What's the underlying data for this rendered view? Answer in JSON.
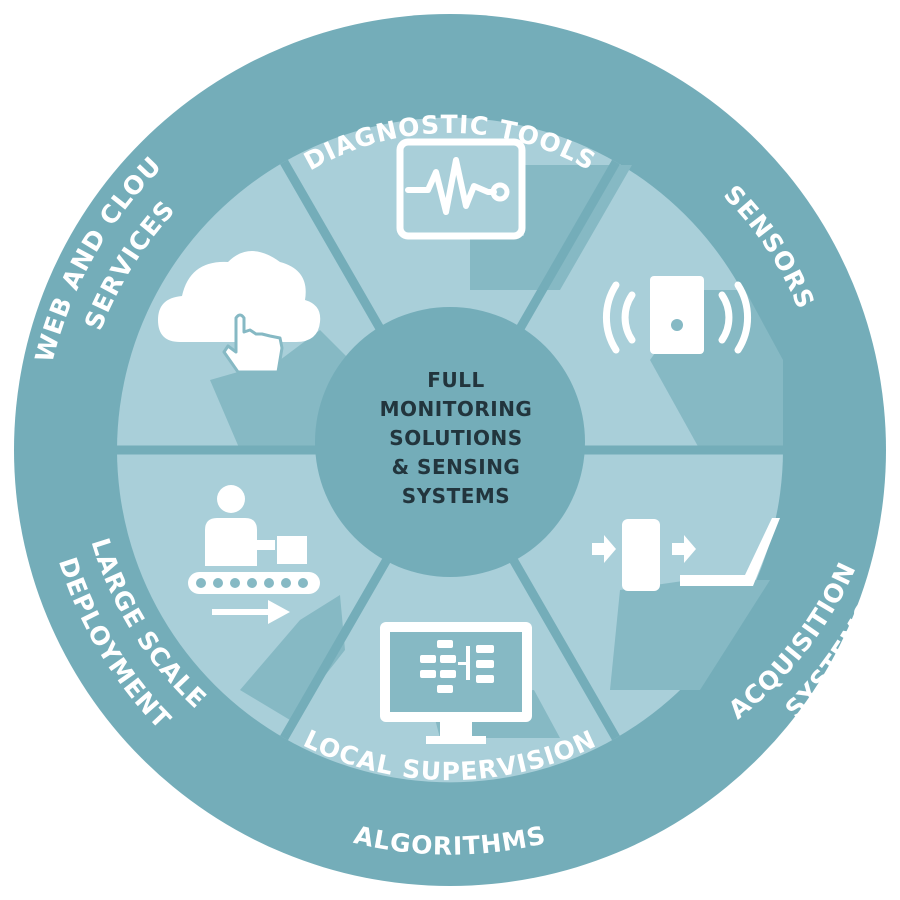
{
  "center": {
    "lines": [
      "FULL",
      "MONITORING",
      "SOLUTIONS",
      "& SENSING",
      "SYSTEMS"
    ]
  },
  "segments": [
    {
      "id": "diagnostic-tools",
      "lines": [
        "DIAGNOSTIC TOOLS"
      ],
      "icon": "waveform-monitor-icon"
    },
    {
      "id": "sensors",
      "lines": [
        "SENSORS"
      ],
      "icon": "wireless-sensor-icon"
    },
    {
      "id": "acquisition-systems",
      "lines": [
        "ACQUISITION",
        "SYSTEMS"
      ],
      "icon": "data-acquisition-icon"
    },
    {
      "id": "local-supervision-algorithms",
      "lines": [
        "LOCAL SUPERVISION",
        "ALGORITHMS"
      ],
      "icon": "flowchart-monitor-icon"
    },
    {
      "id": "large-scale-deployment",
      "lines": [
        "LARGE SCALE",
        "DEPLOYMENT"
      ],
      "icon": "conveyor-worker-icon"
    },
    {
      "id": "web-and-cloud-services",
      "lines": [
        "WEB AND CLOUD",
        "SERVICES"
      ],
      "icon": "cloud-pointer-icon"
    }
  ],
  "colors": {
    "outer_ring": "#74adb9",
    "wedge_light": "#a9cfd9",
    "wedge_dark": "#7fb3bf",
    "spoke": "#74adb9",
    "center_disk": "#74adb9",
    "icon": "#ffffff",
    "center_text": "#22353d"
  }
}
